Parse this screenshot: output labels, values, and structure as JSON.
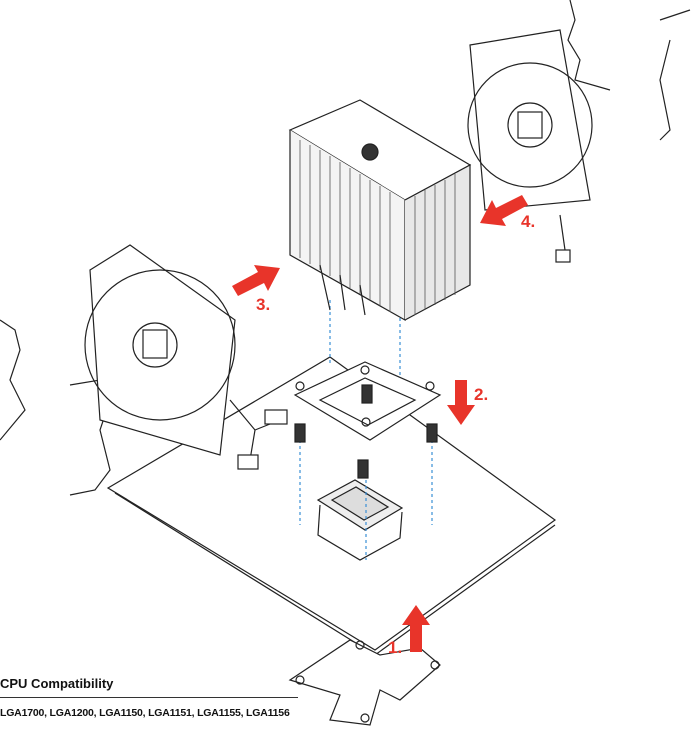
{
  "steps": [
    {
      "label": "1.",
      "direction": "up"
    },
    {
      "label": "2.",
      "direction": "down"
    },
    {
      "label": "3.",
      "direction": "up-right"
    },
    {
      "label": "4.",
      "direction": "down-left"
    }
  ],
  "compatibility": {
    "title": "CPU Compatibility",
    "sockets": "LGA1700, LGA1200, LGA1150, LGA1151, LGA1155, LGA1156"
  },
  "colors": {
    "arrow": "#e8342a",
    "line": "#222222",
    "guide": "#3a8fd6"
  }
}
